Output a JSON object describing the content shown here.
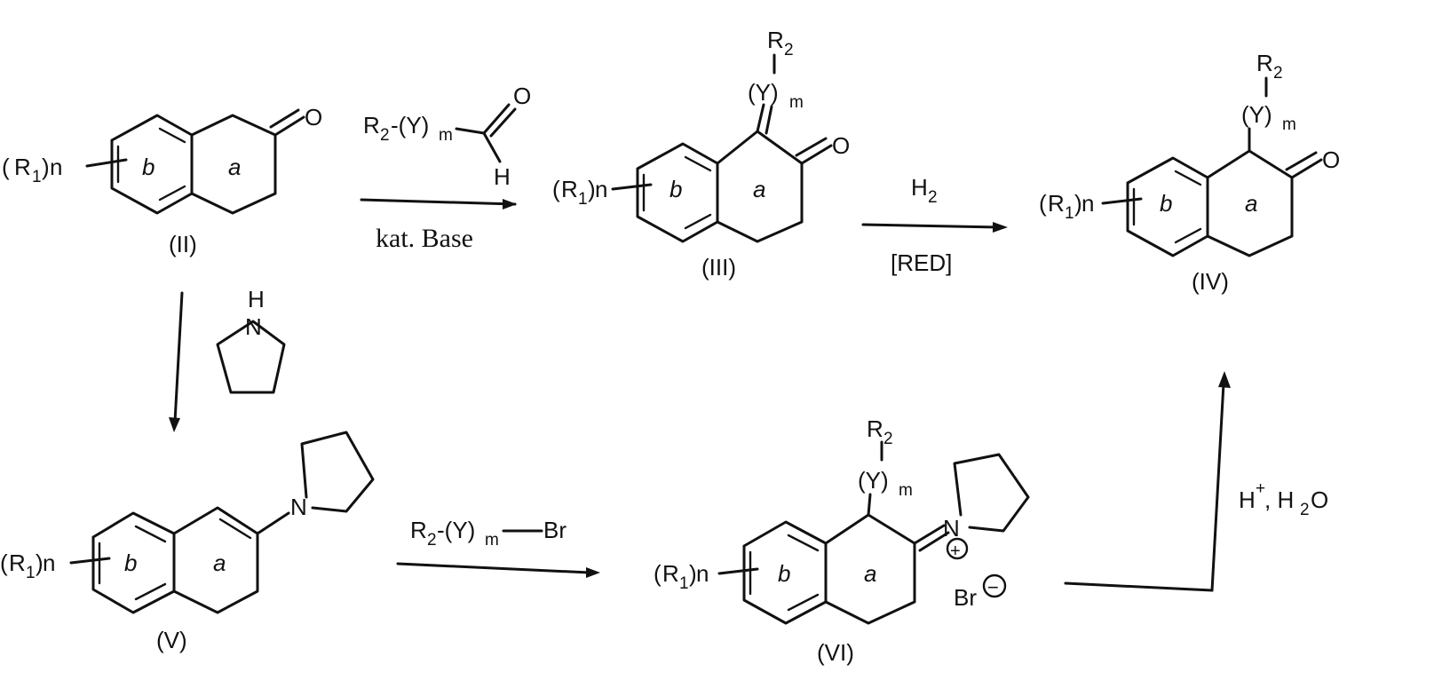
{
  "substituents": {
    "r1_main": "R",
    "r1_sub": "1",
    "r1_n": "n",
    "r2_main": "R",
    "r2_sub": "2",
    "y_main": "(Y)",
    "y_sub": "m",
    "oxygen": "O",
    "hydrogen": "H",
    "nitrogen": "N",
    "bromine": "Br",
    "ring_a": "a",
    "ring_b": "b"
  },
  "compounds": {
    "ii": "(II)",
    "iii": "(III)",
    "iv": "(IV)",
    "v": "(V)",
    "vi": "(VI)"
  },
  "reagents": {
    "aldehyde_prefix": "R",
    "aldehyde_sub": "2",
    "aldehyde_y": "-(Y)",
    "aldehyde_m": "m",
    "cat_base": "kat. Base",
    "h2_main": "H",
    "h2_sub": "2",
    "red": "[RED]",
    "bromide_prefix": "R",
    "bromide_sub": "2",
    "bromide_y": "-(Y)",
    "bromide_m": "m",
    "bromide_br": "Br",
    "acid_h": "H",
    "acid_plus": "+",
    "acid_water": ", H",
    "acid_water_sub": "2",
    "acid_water_o": "O"
  },
  "charges": {
    "plus": "+",
    "minus": "−"
  }
}
